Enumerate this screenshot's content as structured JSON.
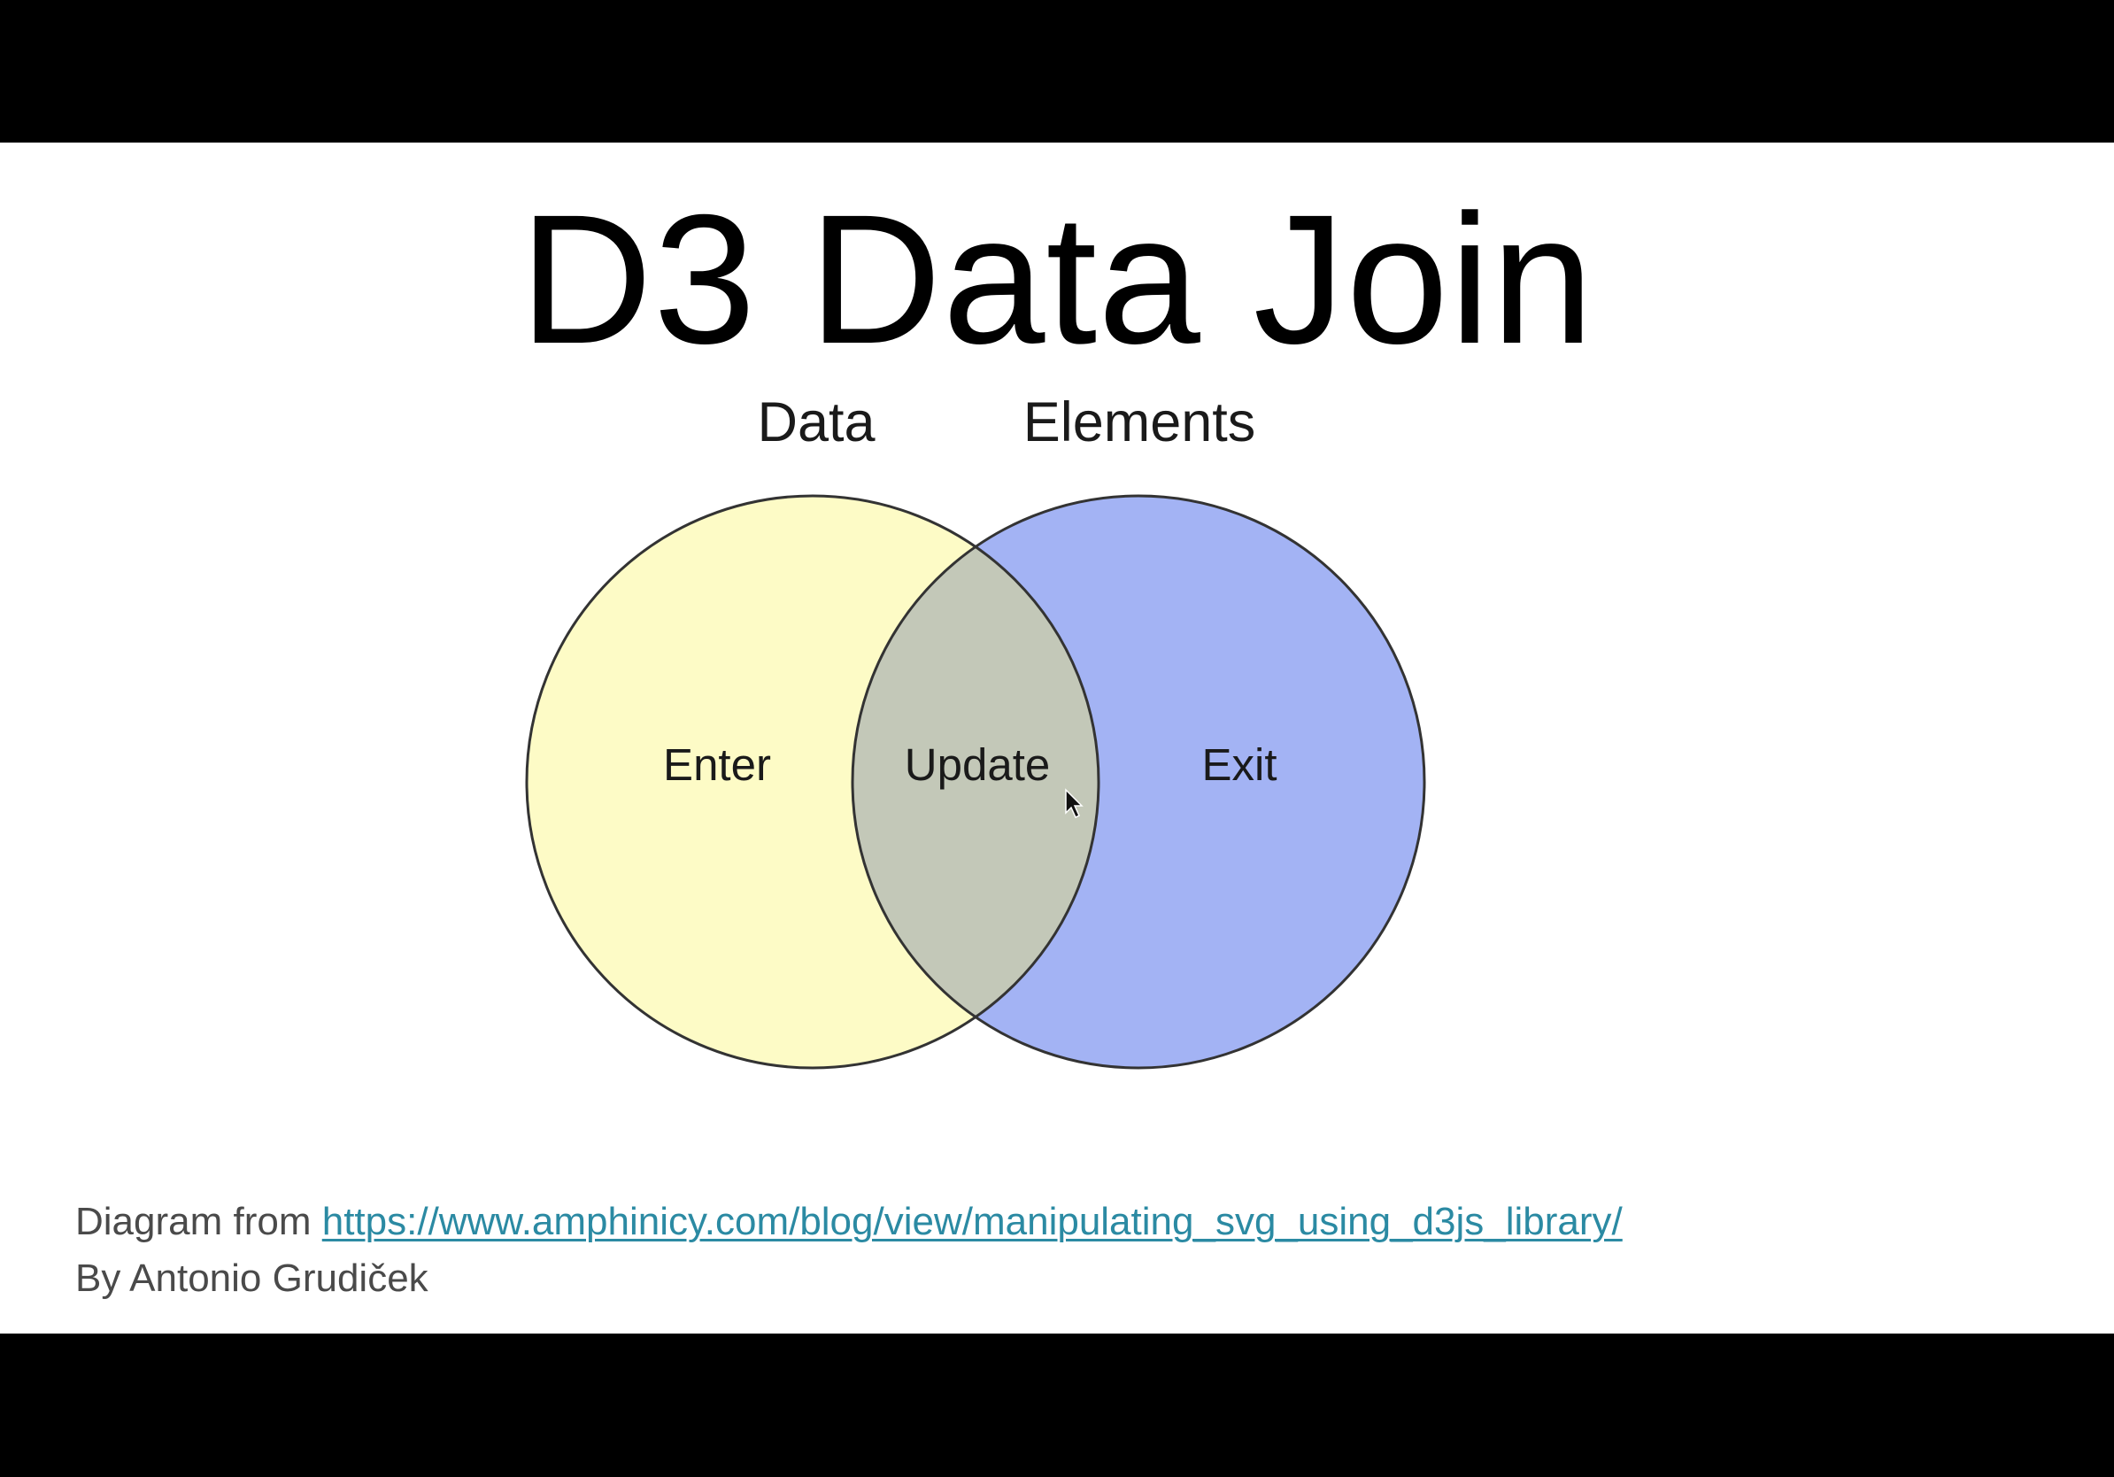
{
  "slide": {
    "title": "D3 Data Join"
  },
  "diagram": {
    "left_set_label": "Data",
    "right_set_label": "Elements",
    "regions": {
      "left_only": "Enter",
      "overlap": "Update",
      "right_only": "Exit"
    },
    "colors": {
      "left_fill": "#fdfbc6",
      "right_fill": "#a3b3f4",
      "overlap_fill": "#c3c8b8",
      "outline": "#333333"
    }
  },
  "footer": {
    "credit_prefix": "Diagram from",
    "link_text": "https://www.amphinicy.com/blog/view/manipulating_svg_using_d3js_library/",
    "author_line": "By Antonio Grudiček"
  },
  "cursor": {
    "icon": "mouse-pointer-icon"
  }
}
